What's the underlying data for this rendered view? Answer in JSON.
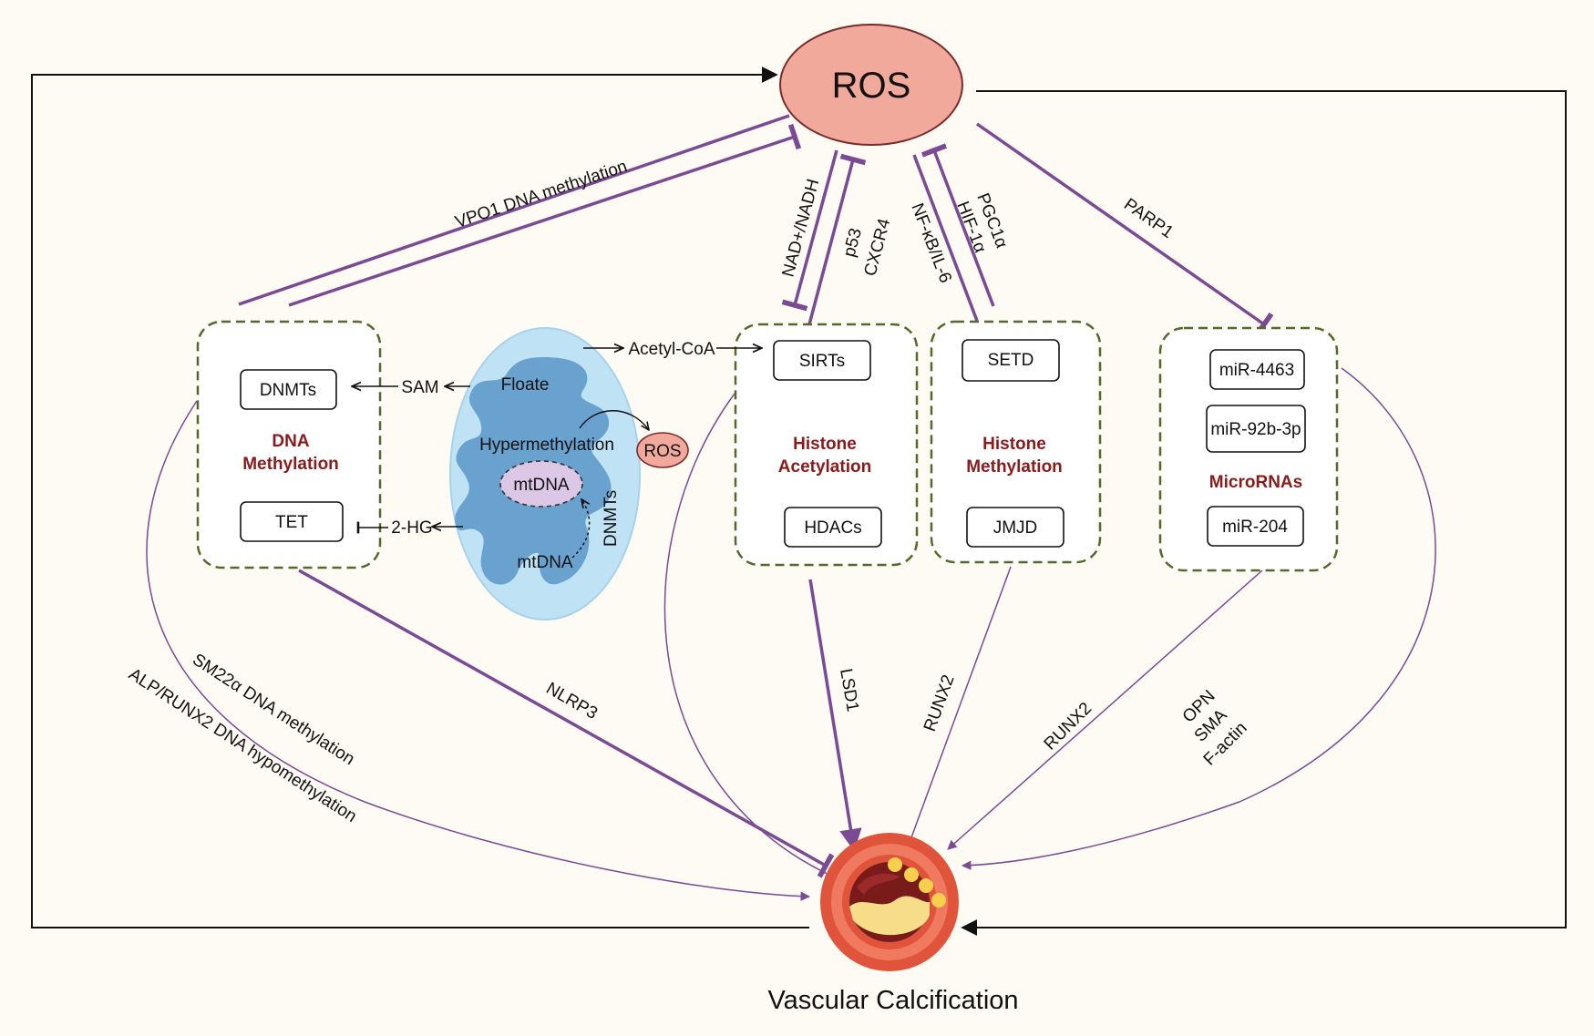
{
  "nodes": {
    "ros": "ROS",
    "vascular_calcification": "Vascular Calcification",
    "mito_ros": "ROS",
    "mtdna_inner": "mtDNA",
    "mtdna_outer": "mtDNA"
  },
  "modules": {
    "dna_methylation": {
      "title_line1": "DNA",
      "title_line2": "Methylation",
      "items": [
        "DNMTs",
        "TET"
      ]
    },
    "histone_acetylation": {
      "title_line1": "Histone",
      "title_line2": "Acetylation",
      "items": [
        "SIRTs",
        "HDACs"
      ]
    },
    "histone_methylation": {
      "title_line1": "Histone",
      "title_line2": "Methylation",
      "items": [
        "SETD",
        "JMJD"
      ]
    },
    "micrornas": {
      "title": "MicroRNAs",
      "items": [
        "miR-4463",
        "miR-92b-3p",
        "miR-204"
      ]
    }
  },
  "mitochondria": {
    "floate": "Floate",
    "hypermethylation": "Hypermethylation",
    "dnmts": "DNMTs",
    "sam": "SAM",
    "two_hg": "2-HG",
    "acetyl_coa": "Acetyl-CoA"
  },
  "edge_labels": {
    "vpo1": "VPO1 DNA methylation",
    "nad": "NAD+/NADH",
    "p53": "p53",
    "cxcr4": "CXCR4",
    "nfkb": "NF-κB/IL-6",
    "pgc1a": "PGC1α",
    "hif1a": "HIF-1α",
    "parp1": "PARP1",
    "nlrp3": "NLRP3",
    "sm22a": "SM22α DNA methylation",
    "alp_runx2": "ALP/RUNX2 DNA hypomethylation",
    "lsd1": "LSD1",
    "runx2_a": "RUNX2",
    "runx2_b": "RUNX2",
    "opn": "OPN",
    "sma": "SMA",
    "factin": "F-actin"
  },
  "colors": {
    "ros_fill": "#f1a99b",
    "accent_purple": "#7b4a94",
    "dashed_green": "#55692a",
    "category_red": "#8b1a1a",
    "mito_outer": "#bfe3f5",
    "mito_inner": "#6aa2cf",
    "mtdna_fill": "#dcc7e6"
  }
}
